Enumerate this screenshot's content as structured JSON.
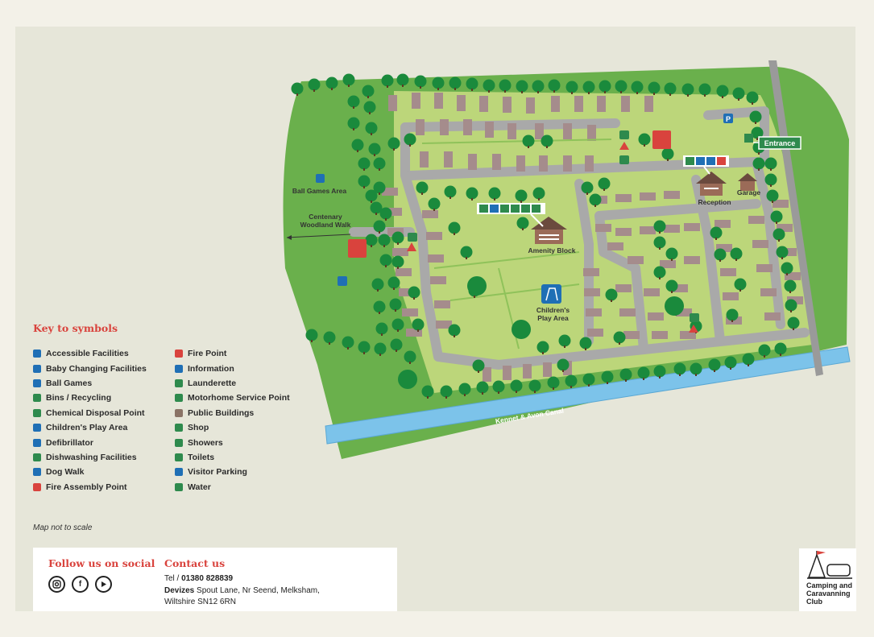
{
  "map": {
    "labels": {
      "ball_games_area": "Ball Games Area",
      "centenary_walk_1": "Centenary",
      "centenary_walk_2": "Woodland Walk",
      "reception": "Reception",
      "garage": "Garage",
      "entrance": "Entrance",
      "amenity_block": "Amenity Block",
      "childrens_play_1": "Children's",
      "childrens_play_2": "Play Area",
      "canal": "Kennet & Avon Canal"
    },
    "colors": {
      "grass_outer": "#6ab04c",
      "grass_inner": "#bcd67a",
      "road": "#a9a9a9",
      "pitch": "#a58c8c",
      "tree": "#1a8a3c",
      "water": "#7cc3ea",
      "icon_blue": "#1f6fb5",
      "icon_green": "#2e8a4d",
      "icon_red": "#d9433d"
    }
  },
  "key": {
    "title": "Key to symbols",
    "col1": [
      {
        "label": "Accessible Facilities",
        "icon": "accessible-icon",
        "color": "#1f6fb5"
      },
      {
        "label": "Baby Changing Facilities",
        "icon": "baby-changing-icon",
        "color": "#1f6fb5"
      },
      {
        "label": "Ball Games",
        "icon": "ball-games-icon",
        "color": "#1f6fb5"
      },
      {
        "label": "Bins / Recycling",
        "icon": "bins-icon",
        "color": "#2e8a4d"
      },
      {
        "label": "Chemical Disposal Point",
        "icon": "chemical-disposal-icon",
        "color": "#2e8a4d"
      },
      {
        "label": "Children's Play Area",
        "icon": "play-area-icon",
        "color": "#1f6fb5"
      },
      {
        "label": "Defibrillator",
        "icon": "defibrillator-icon",
        "color": "#1f6fb5"
      },
      {
        "label": "Dishwashing Facilities",
        "icon": "dishwashing-icon",
        "color": "#2e8a4d"
      },
      {
        "label": "Dog Walk",
        "icon": "dog-walk-icon",
        "color": "#1f6fb5"
      },
      {
        "label": "Fire Assembly Point",
        "icon": "fire-assembly-icon",
        "color": "#d9433d"
      }
    ],
    "col2": [
      {
        "label": "Fire Point",
        "icon": "fire-point-icon",
        "color": "#d9433d"
      },
      {
        "label": "Information",
        "icon": "information-icon",
        "color": "#1f6fb5"
      },
      {
        "label": "Launderette",
        "icon": "launderette-icon",
        "color": "#2e8a4d"
      },
      {
        "label": "Motorhome Service Point",
        "icon": "motorhome-service-icon",
        "color": "#2e8a4d"
      },
      {
        "label": "Public Buildings",
        "icon": "public-buildings-icon",
        "color": "#8a7366"
      },
      {
        "label": "Shop",
        "icon": "shop-icon",
        "color": "#2e8a4d"
      },
      {
        "label": "Showers",
        "icon": "showers-icon",
        "color": "#2e8a4d"
      },
      {
        "label": "Toilets",
        "icon": "toilets-icon",
        "color": "#2e8a4d"
      },
      {
        "label": "Visitor Parking",
        "icon": "parking-icon",
        "color": "#1f6fb5"
      },
      {
        "label": "Water",
        "icon": "water-icon",
        "color": "#2e8a4d"
      }
    ]
  },
  "note": "Map not to scale",
  "footer": {
    "follow_title": "Follow us on social",
    "contact_title": "Contact us",
    "tel_label": "Tel /",
    "tel_number": "01380 828839",
    "address_bold": "Devizes",
    "address_line1": "Spout Lane, Nr Seend, Melksham,",
    "address_line2": "Wiltshire SN12 6RN",
    "social": [
      {
        "icon": "instagram-icon"
      },
      {
        "icon": "facebook-icon"
      },
      {
        "icon": "youtube-icon"
      }
    ]
  },
  "logo": {
    "line1": "Camping and",
    "line2": "Caravanning",
    "line3": "Club"
  }
}
